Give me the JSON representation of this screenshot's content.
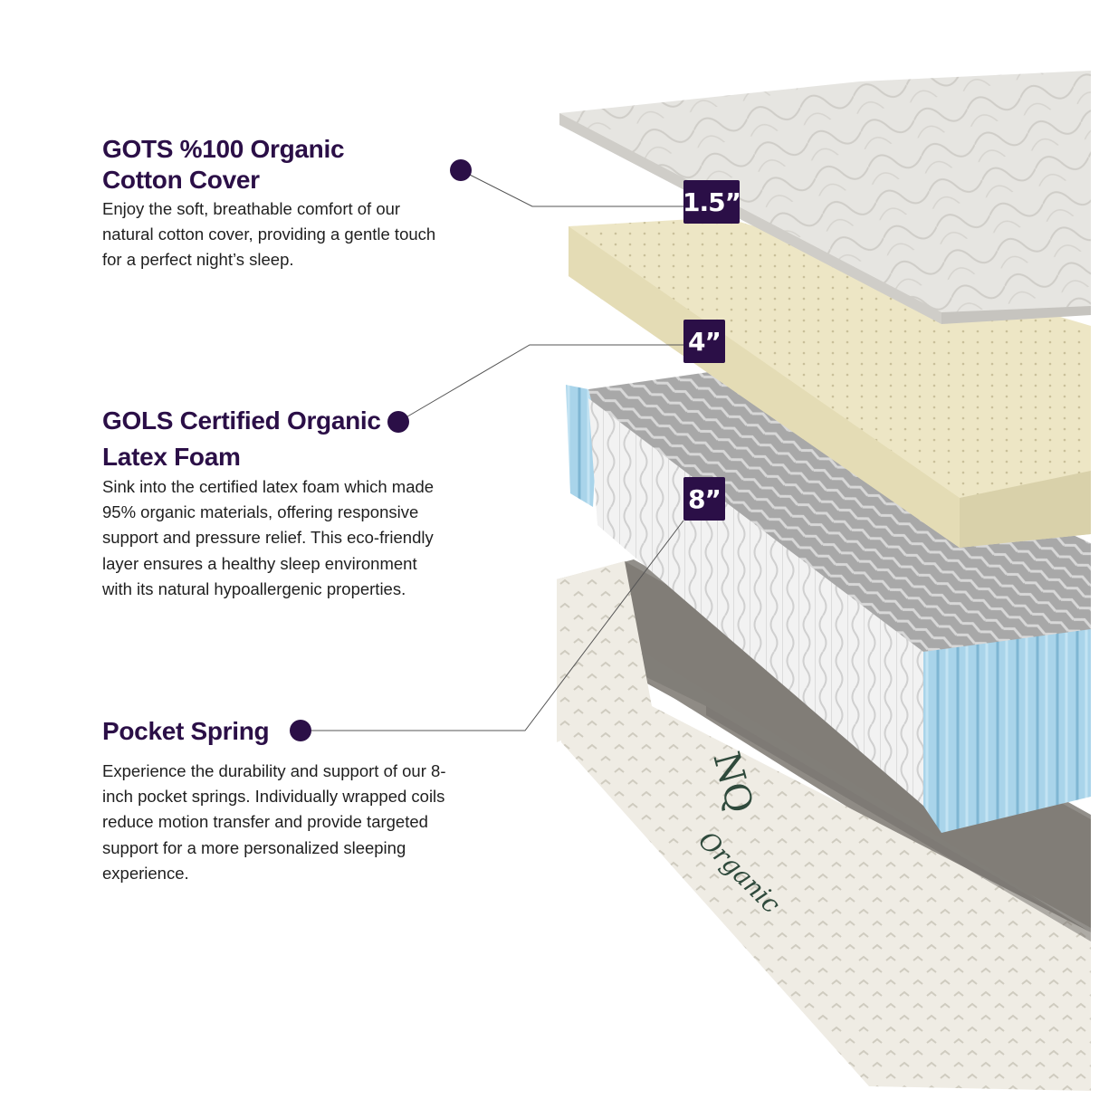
{
  "colors": {
    "accent": "#2b0f47",
    "cover": "#e9e8e4",
    "latex": "#ece5c3",
    "spring_white": "#ebebeb",
    "spring_blue": "#a9d4ea",
    "base": "#efece3",
    "logo": "#2f4a3c"
  },
  "sections": [
    {
      "title_line1": "GOTS %100 Organic",
      "title_line2": "Cotton Cover",
      "text": "Enjoy the soft, breathable comfort of our natural cotton cover, providing a gentle touch for a perfect night’s sleep.",
      "badge": "1.5”"
    },
    {
      "title_line1": "GOLS Certified Organic",
      "title_line2": "Latex Foam",
      "text": "Sink into the certified latex foam which made 95% organic materials, offering responsive support and pressure relief. This eco-friendly layer ensures a healthy sleep environment with its natural hypoallergenic properties.",
      "badge": "4”"
    },
    {
      "title_line1": "Pocket Spring",
      "text": "Experience the durability and support of our 8-inch pocket springs. Individually wrapped coils reduce motion transfer and provide targeted support for a more personalized sleeping experience.",
      "badge": "8”"
    }
  ],
  "logo_text": "Organic",
  "logo_monogram": "NQ"
}
